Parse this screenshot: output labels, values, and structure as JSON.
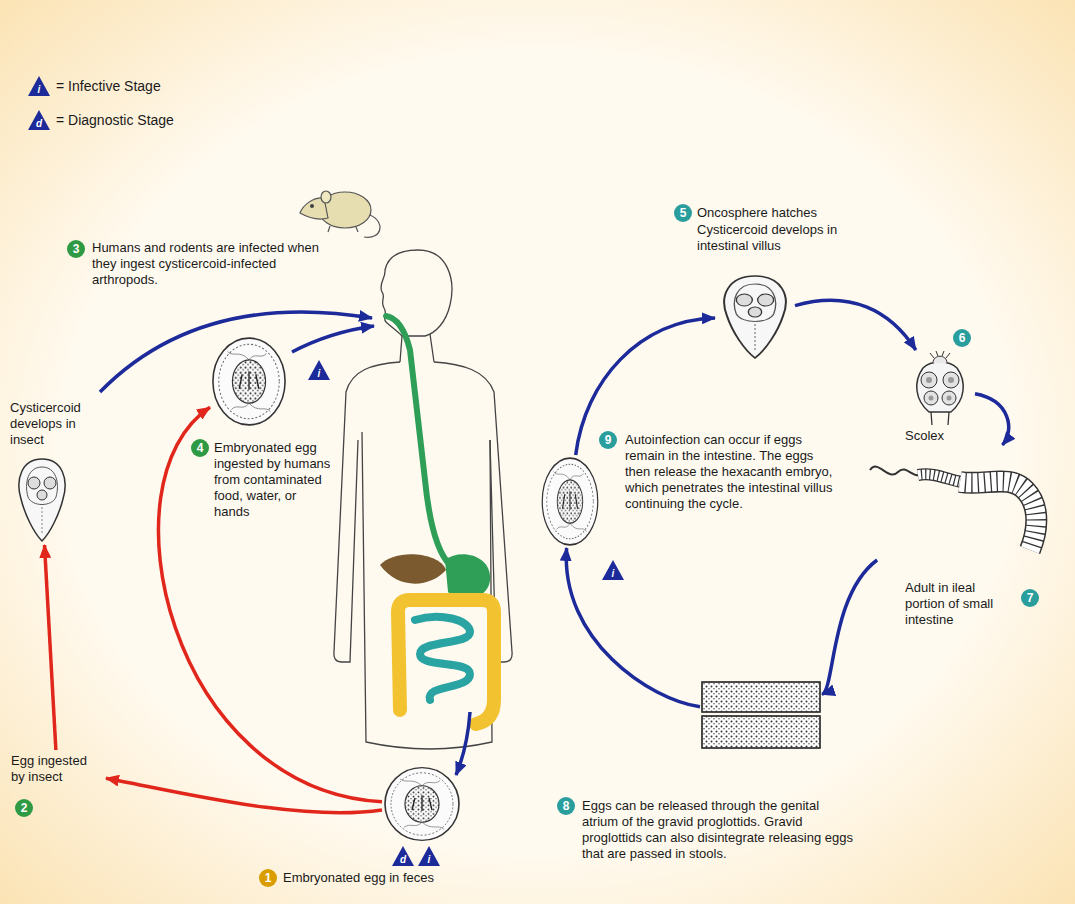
{
  "diagram": {
    "nodes": [
      {
        "text": [
          "Embryonated egg in feces"
        ]
      },
      {
        "text": [
          "Egg ingested by insect"
        ]
      },
      {
        "text": [
          "Cysticercoid develops in insect"
        ]
      },
      {
        "text": [
          "Embryonated egg ingested by humans from contaminated food, water, or hands"
        ]
      },
      {
        "text": [
          "Oncosphere hatches",
          "Cysticercoid develops in intestinal villus"
        ]
      },
      {
        "text": [
          "Scolex"
        ]
      },
      {
        "text": [
          "Adult in ileal portion of small intestine"
        ]
      },
      {
        "text": [
          "Eggs can be released through the genital atrium of the gravid proglottids. Gravid proglottids can also disintegrate releasing eggs that are passed in stools."
        ]
      },
      {
        "text": [
          "Autoinfection can occur if eggs remain in the intestine. The eggs then release the hexacanth embryo, which penetrates the intestinal villus continuing the cycle."
        ]
      }
    ],
    "edges": [
      {
        "from": 0,
        "to": 1,
        "arrow": "to"
      },
      {
        "from": 1,
        "to": 2,
        "arrow": "to"
      },
      {
        "from": 0,
        "to": 3,
        "arrow": "to"
      },
      {
        "from": 8,
        "to": 4,
        "arrow": "to"
      },
      {
        "from": 4,
        "to": 5,
        "arrow": "to"
      },
      {
        "from": 5,
        "to": 6,
        "arrow": "to"
      },
      {
        "from": 6,
        "to": 7,
        "arrow": "to"
      },
      {
        "from": 7,
        "to": 8,
        "arrow": "to"
      }
    ],
    "labels": [
      "1",
      "2",
      "3",
      "4",
      "5",
      "6",
      "7",
      "8",
      "9",
      "Humans and rodents are infected when they ingest cysticercoid-infected arthropods.",
      "i",
      "d",
      "i",
      "i",
      "d",
      "i"
    ],
    "legend": [
      {
        "text": "= Infective Stage"
      },
      {
        "text": "= Diagnostic Stage"
      }
    ]
  }
}
